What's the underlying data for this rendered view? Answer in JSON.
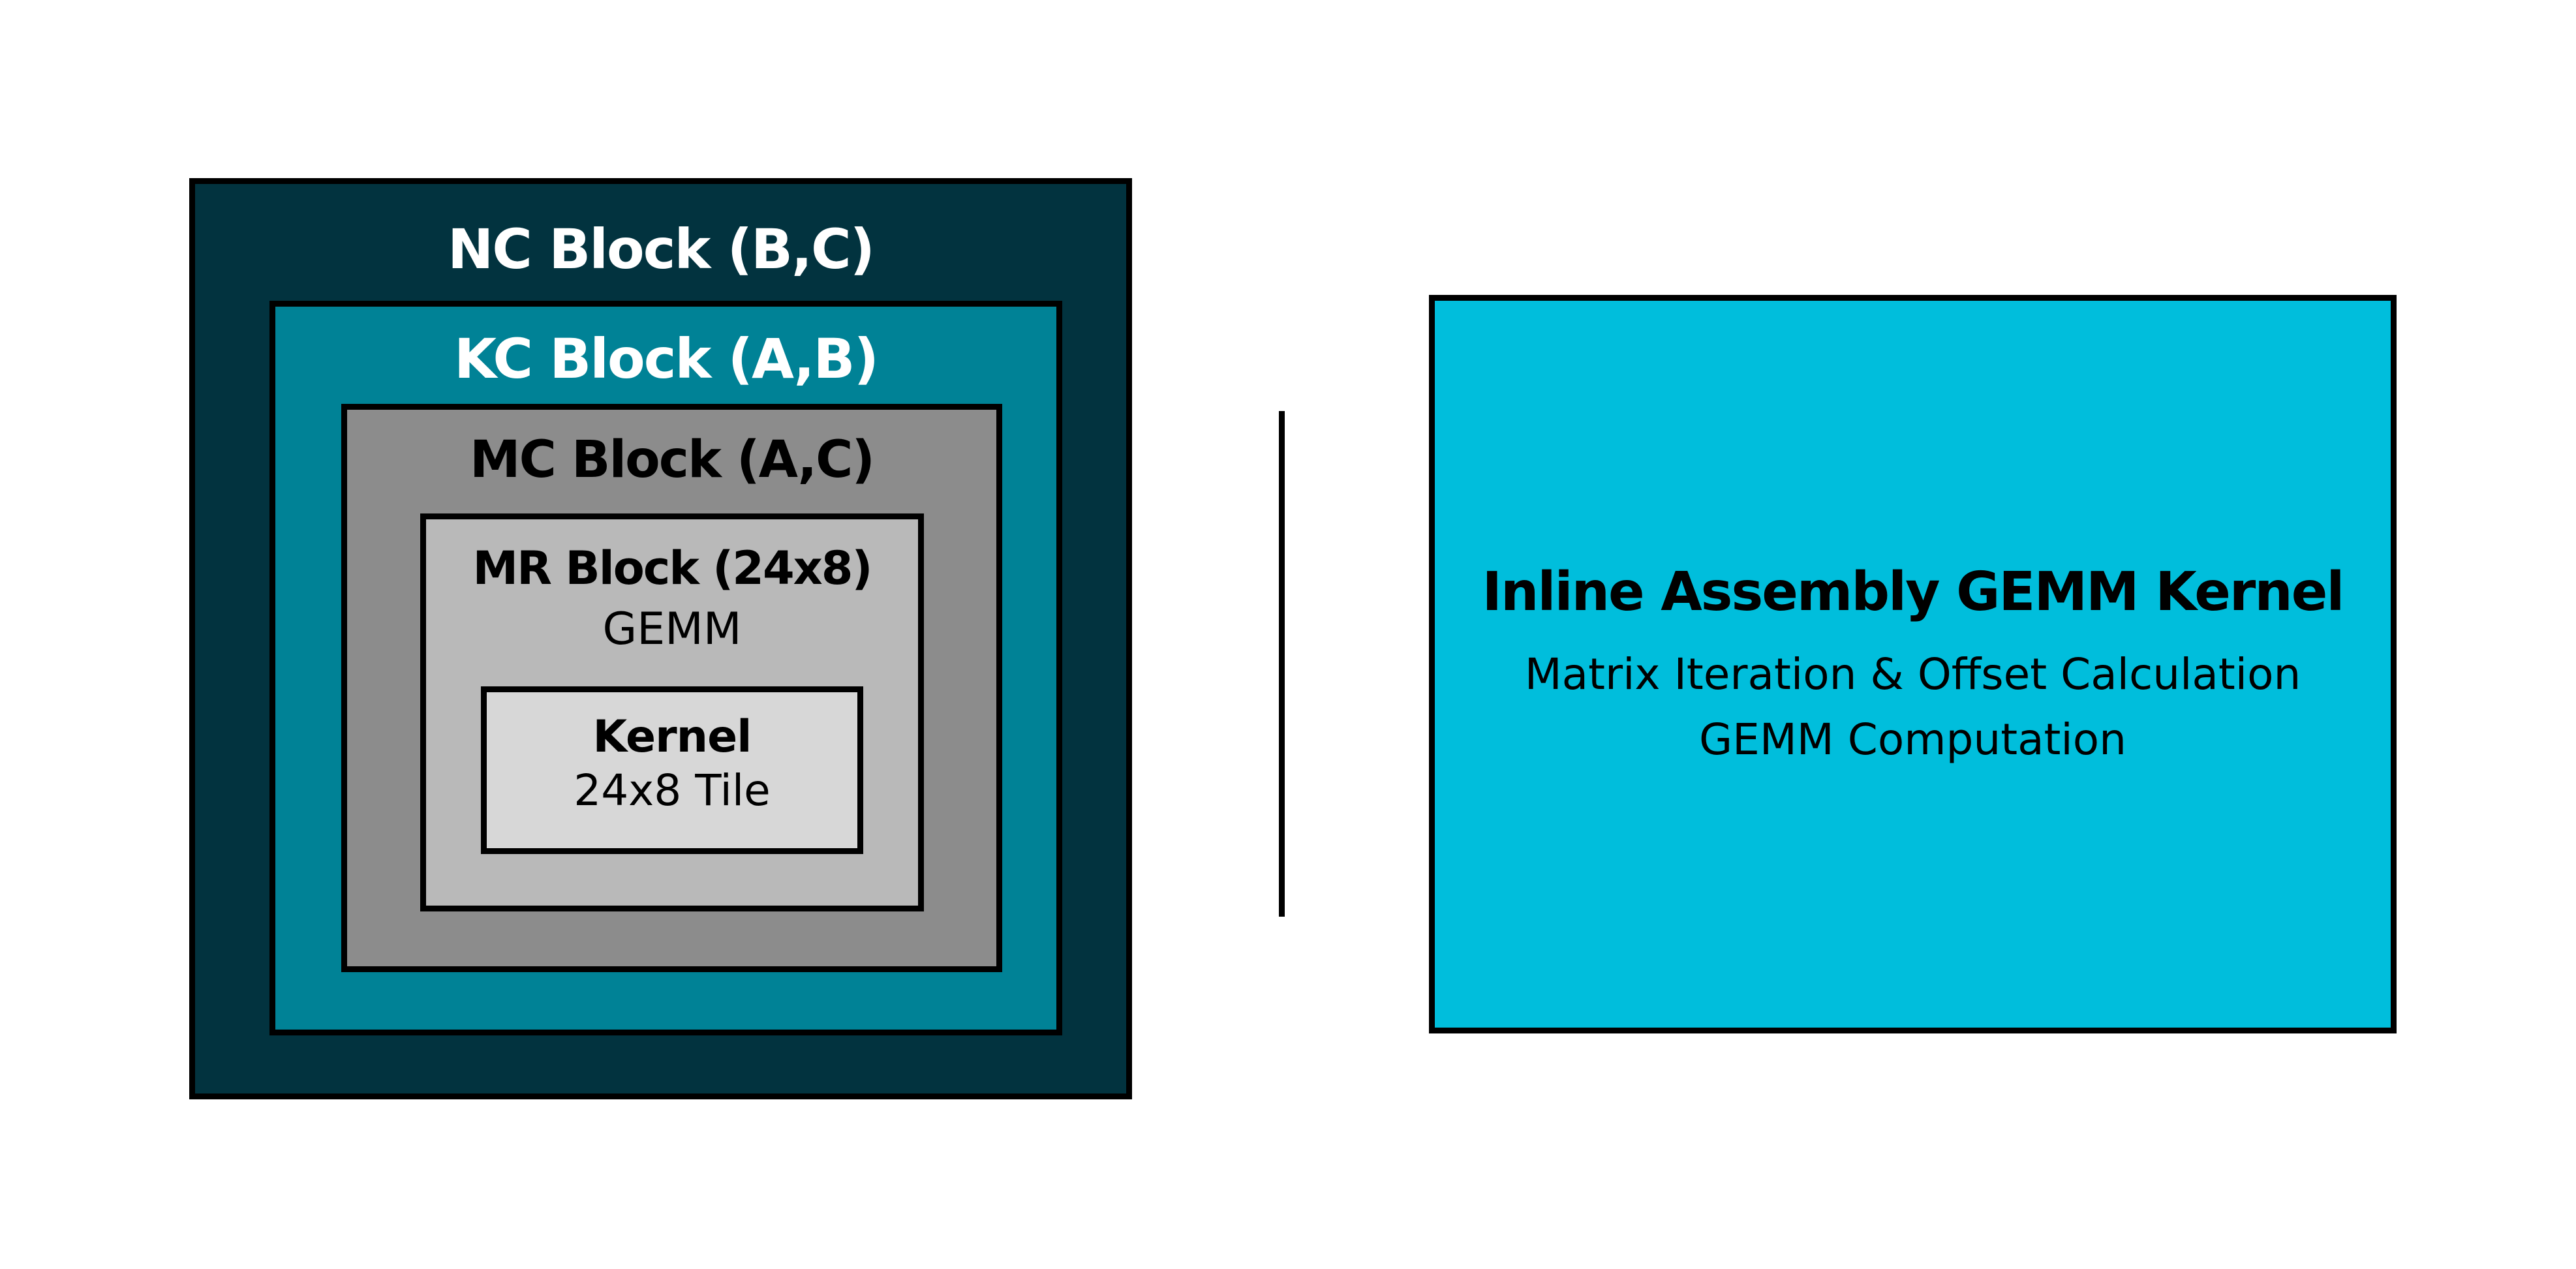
{
  "blocks": {
    "nc": {
      "title": "NC Block (B,C)"
    },
    "kc": {
      "title": "KC Block (A,B)"
    },
    "mc": {
      "title": "MC Block (A,C)"
    },
    "mr": {
      "title": "MR Block (24x8)",
      "subtitle": "GEMM"
    },
    "kernel": {
      "title": "Kernel",
      "subtitle": "24x8 Tile"
    }
  },
  "kernel_box": {
    "title": "Inline Assembly GEMM Kernel",
    "lines": [
      "Matrix Iteration & Offset Calculation",
      "GEMM Computation"
    ]
  },
  "colors": {
    "nc": "#02333f",
    "kc": "#008296",
    "mc": "#8c8c8c",
    "mr": "#b9b9b9",
    "kernel": "#d7d7d7",
    "asm": "#00bedc"
  }
}
